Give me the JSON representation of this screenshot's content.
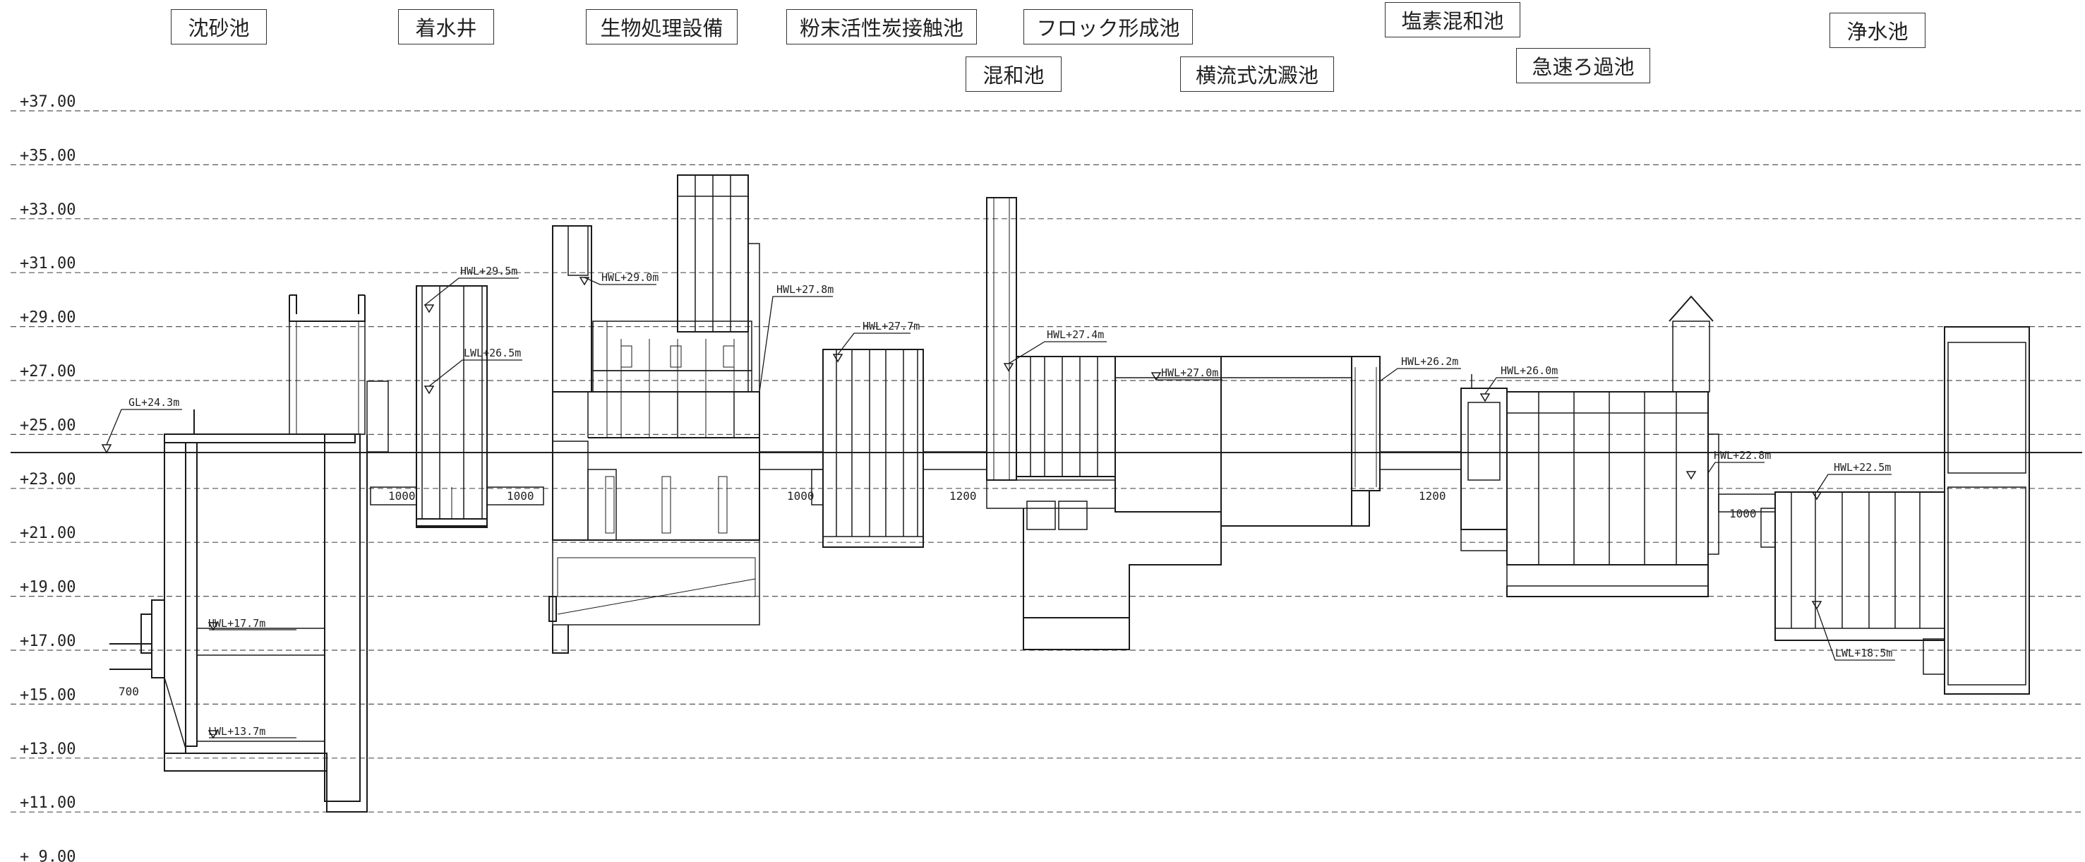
{
  "drawing": {
    "facility_titles": {
      "grit_chamber": "沈砂池",
      "receiving_well": "着水井",
      "biological_treatment": "生物処理設備",
      "pac_contact": "粉末活性炭接触池",
      "floc_formation": "フロック形成池",
      "chlorine_mixing": "塩素混和池",
      "mixing_basin": "混和池",
      "sedimentation": "横流式沈澱池",
      "rapid_filter": "急速ろ過池",
      "clear_well": "浄水池"
    },
    "elevation_axis": {
      "unit": "m",
      "levels": [
        {
          "value": 37,
          "label": "+37.00"
        },
        {
          "value": 35,
          "label": "+35.00"
        },
        {
          "value": 33,
          "label": "+33.00"
        },
        {
          "value": 31,
          "label": "+31.00"
        },
        {
          "value": 29,
          "label": "+29.00"
        },
        {
          "value": 27,
          "label": "+27.00"
        },
        {
          "value": 25,
          "label": "+25.00"
        },
        {
          "value": 23,
          "label": "+23.00"
        },
        {
          "value": 21,
          "label": "+21.00"
        },
        {
          "value": 19,
          "label": "+19.00"
        },
        {
          "value": 17,
          "label": "+17.00"
        },
        {
          "value": 15,
          "label": "+15.00"
        },
        {
          "value": 13,
          "label": "+13.00"
        },
        {
          "value": 11,
          "label": "+11.00"
        },
        {
          "value": 9,
          "label": "+ 9.00"
        }
      ]
    },
    "water_levels": {
      "gl": "GL+24.3m",
      "grit_hwl": "HWL+17.7m",
      "grit_lwl": "LWL+13.7m",
      "recv_hwl": "HWL+29.5m",
      "recv_lwl": "LWL+26.5m",
      "bio_hwl": "HWL+29.0m",
      "bio_out_hwl": "HWL+27.8m",
      "pac_hwl": "HWL+27.7m",
      "mix_hwl": "HWL+27.4m",
      "sed_hwl": "HWL+27.0m",
      "chl_hwl": "HWL+26.2m",
      "filter_hwl": "HWL+26.0m",
      "filter_out_hwl": "HWL+22.8m",
      "clear_hwl": "HWL+22.5m",
      "clear_lwl": "LWL+18.5m"
    },
    "pipe_sizes": {
      "d700": "700",
      "d1000_a": "1000",
      "d1000_b": "1000",
      "d1000_c": "1000",
      "d1200_a": "1200",
      "d1200_b": "1200",
      "d1000_d": "1000"
    },
    "colors": {
      "line": "#1a1a1a",
      "gridline": "#555555",
      "text": "#222222"
    }
  }
}
